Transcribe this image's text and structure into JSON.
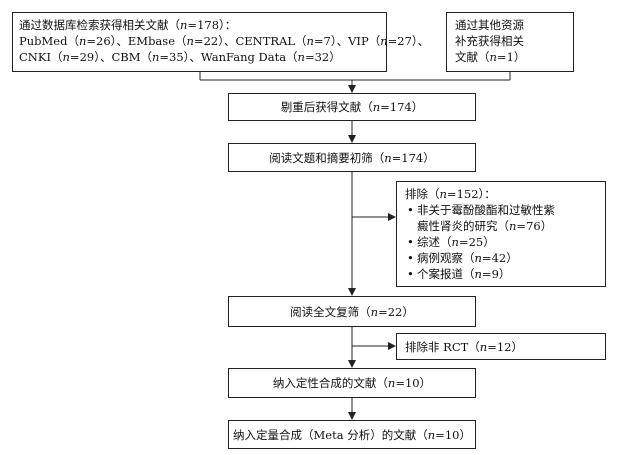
{
  "boxes": {
    "search_db": {
      "line1": "通过数据库检索获得相关文献（n=178）：",
      "line2": "PubMed（n=26）、EMbase（n=22）、CENTRAL（n=7）、VIP（n=27）、",
      "line3": "CNKI（n=29）、CBM（n=35）、WanFang Data（n=32）"
    },
    "other_sources": {
      "line1": "通过其他资源",
      "line2": "补充获得相关",
      "line3": "文献（n=1）"
    },
    "dedup": "剔重后获得文献（n=174）",
    "screen_title_abstract": "阅读文题和摘要初筛（n=174）",
    "exclude1": {
      "title": "排除（n=152）：",
      "items": [
        "非关于霉酚酸酯和过敏性紫",
        "癜性肾炎的研究（n=76）",
        "综述（n=25）",
        "病例观察（n=42）",
        "个案报道（n=9）"
      ]
    },
    "fulltext": "阅读全文复筛（n=22）",
    "exclude2": "排除非 RCT（n=12）",
    "qualitative": "纳入定性合成的文献（n=10）",
    "quantitative": "纳入定量合成（Meta 分析）的文献（n=10）"
  }
}
